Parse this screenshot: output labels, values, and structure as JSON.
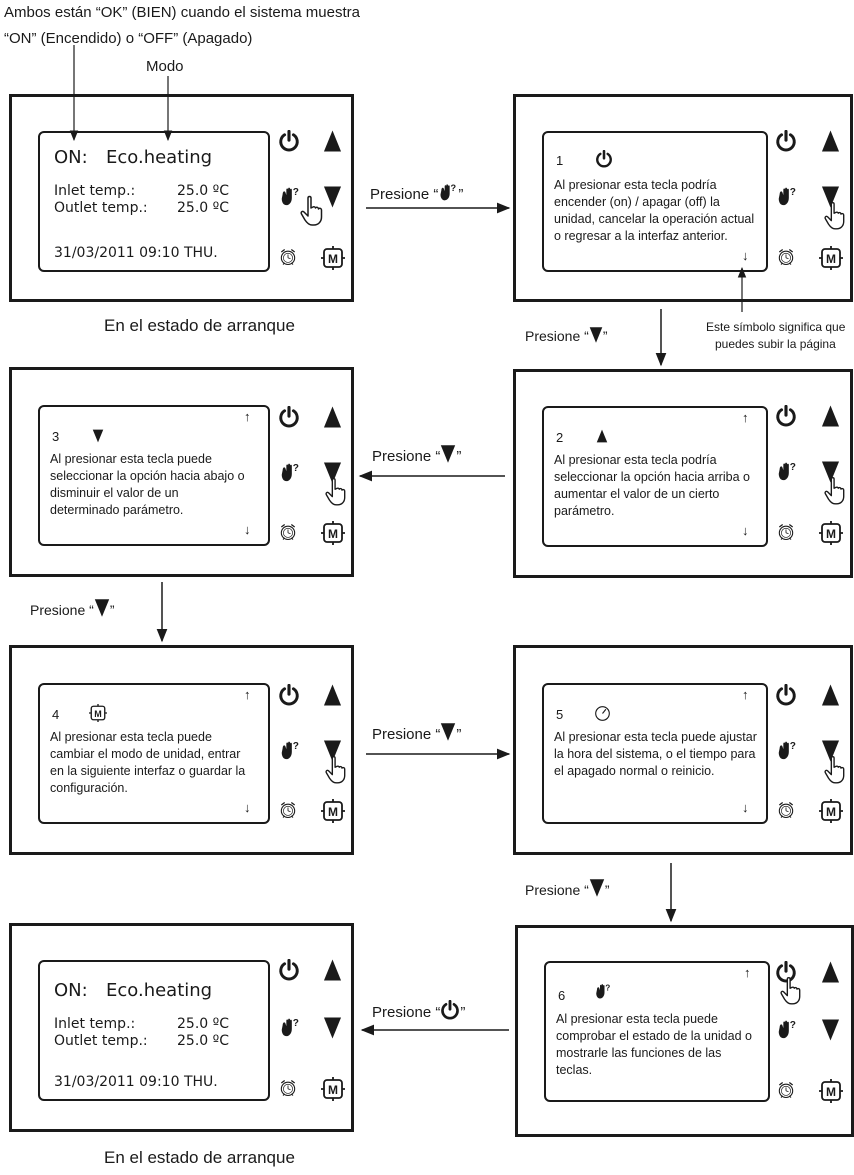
{
  "top_note": {
    "line1": "Ambos están “OK” (BIEN) cuando el sistema muestra",
    "line2": "“ON” (Encendido) o “OFF” (Apagado)",
    "mode": "Modo"
  },
  "start_screen": {
    "status": "ON:",
    "mode": "Eco.heating",
    "inlet_label": "Inlet temp.:",
    "inlet_value": "25.0 ºC",
    "outlet_label": "Outlet temp.:",
    "outlet_value": "25.0 ºC",
    "datetime": "31/03/2011 09:10 THU."
  },
  "captions": {
    "start_top": "En el estado de arranque",
    "start_bottom": "En el estado de arranque",
    "scroll_note_1": "Este símbolo significa que",
    "scroll_note_2": "puedes subir la página"
  },
  "presione": "Presione",
  "help_screens": [
    {
      "number": "1",
      "lines": [
        "Al presionar esta tecla podría",
        "encender (on) / apagar (off) la",
        "unidad, cancelar la operación actual",
        "o regresar a la interfaz anterior."
      ]
    },
    {
      "number": "2",
      "lines": [
        "Al presionar esta tecla podría",
        "seleccionar la opción hacia arriba o",
        "aumentar el valor de un cierto",
        "parámetro."
      ]
    },
    {
      "number": "3",
      "lines": [
        "Al presionar esta tecla puede",
        "seleccionar la opción hacia abajo o",
        "disminuir el valor de un",
        "determinado parámetro."
      ]
    },
    {
      "number": "4",
      "lines": [
        "Al presionar esta tecla puede",
        "cambiar el modo de unidad, entrar",
        "en la siguiente interfaz o guardar la",
        "configuración."
      ]
    },
    {
      "number": "5",
      "lines": [
        "Al presionar esta tecla puede ajustar",
        "la hora del sistema, o el tiempo para",
        "el apagado normal o reinicio."
      ]
    },
    {
      "number": "6",
      "lines": [
        "Al presionar esta tecla puede",
        "comprobar el estado de la unidad o",
        "mostrarle las funciones de las",
        "teclas."
      ]
    }
  ],
  "icons": {
    "power": "power-icon",
    "up": "up-triangle-icon",
    "down": "down-triangle-icon",
    "help": "help-hand-icon",
    "clock": "alarm-clock-icon",
    "mode": "mode-m-icon",
    "m_letter": "M",
    "q_mark": "?"
  }
}
